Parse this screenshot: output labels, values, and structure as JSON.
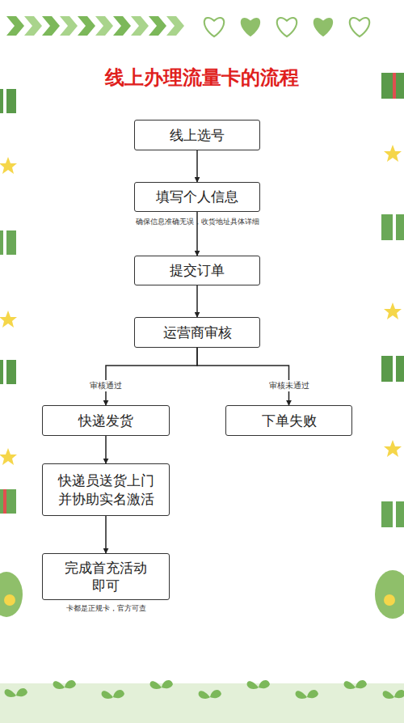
{
  "diagram": {
    "title": "线上办理流量卡的流程",
    "nodes": [
      {
        "text": [
          "线上选号"
        ]
      },
      {
        "text": [
          "填写个人信息"
        ]
      },
      {
        "text": [
          "提交订单"
        ]
      },
      {
        "text": [
          "运营商审核"
        ]
      },
      {
        "text": [
          "快递发货"
        ]
      },
      {
        "text": [
          "下单失败"
        ]
      },
      {
        "text": [
          "快递员送货上门 并协助实名激活"
        ]
      },
      {
        "text": [
          "完成首充活动 即可"
        ]
      }
    ],
    "edges": [
      {
        "from": 0,
        "to": 1,
        "arrow": "to"
      },
      {
        "from": 1,
        "to": 2,
        "arrow": "to"
      },
      {
        "from": 2,
        "to": 3,
        "arrow": "to"
      },
      {
        "from": 3,
        "to": 4,
        "label": "审核通过",
        "arrow": "to"
      },
      {
        "from": 3,
        "to": 5,
        "label": "审核未通过",
        "arrow": "to"
      },
      {
        "from": 4,
        "to": 6,
        "arrow": "to"
      },
      {
        "from": 6,
        "to": 7,
        "arrow": "to"
      }
    ],
    "labels": [
      "确保信息准确无误，收货地址具体详细",
      "卡都是正规卡，官方可查"
    ]
  }
}
